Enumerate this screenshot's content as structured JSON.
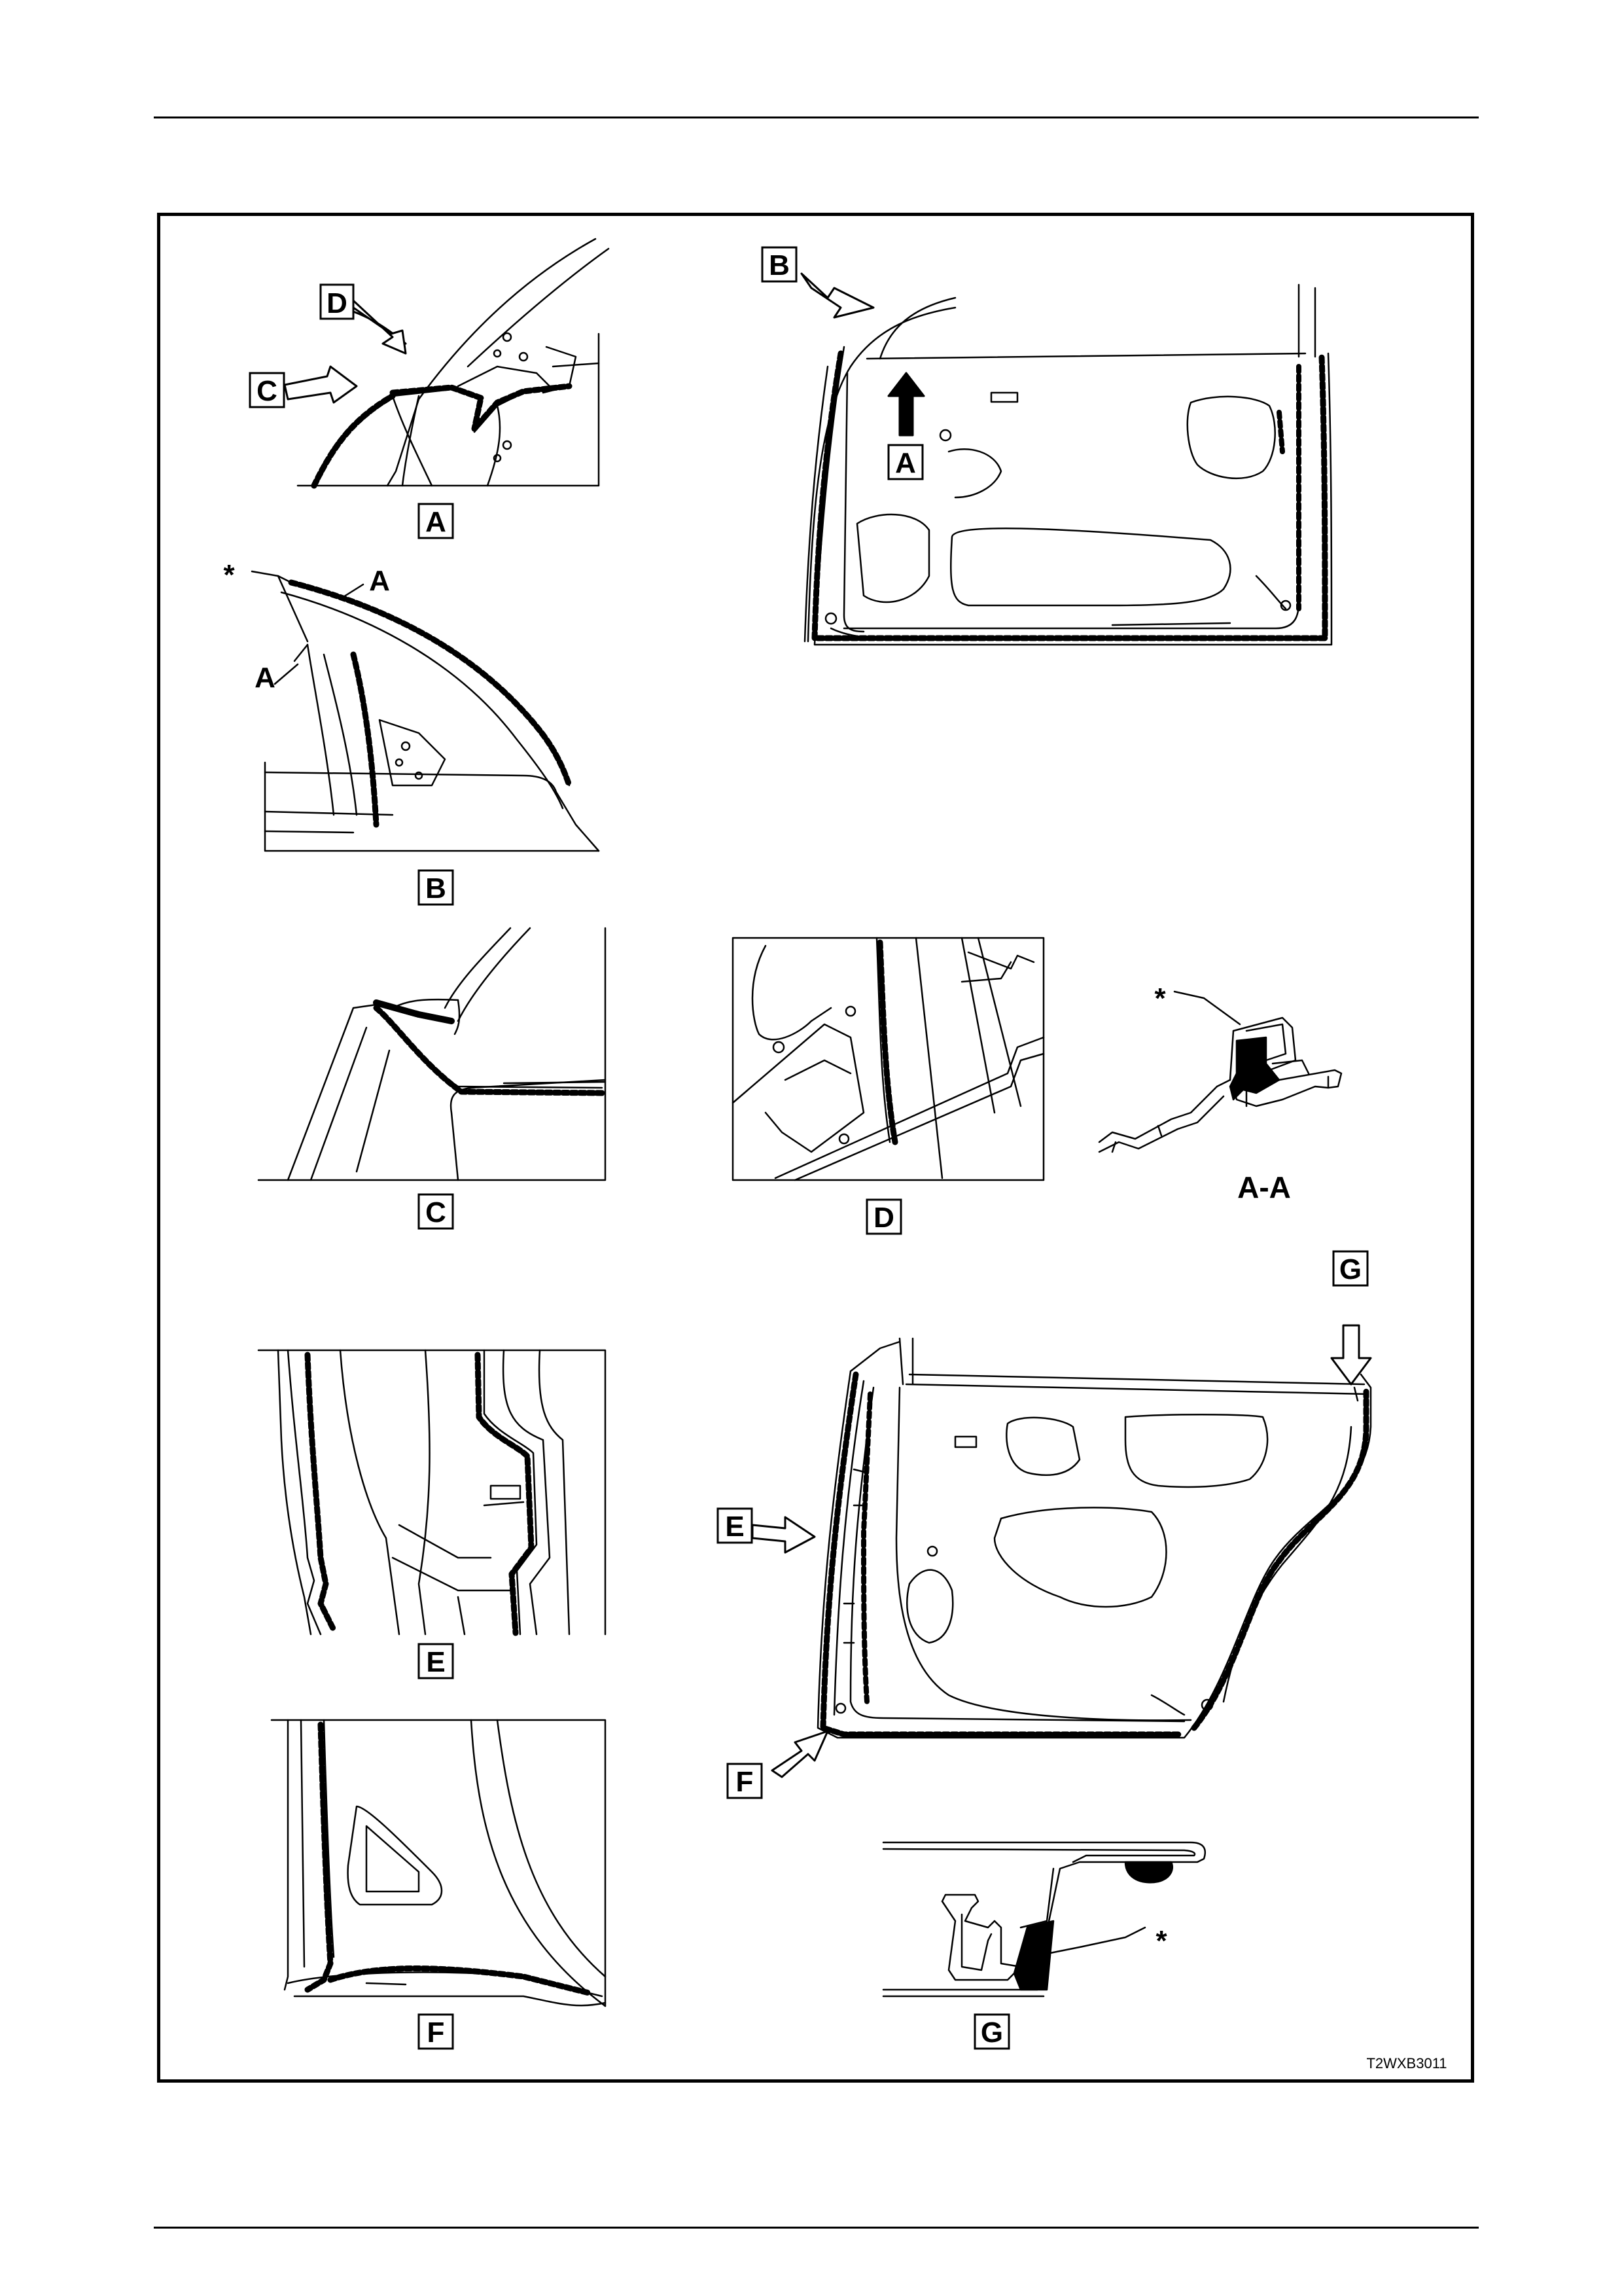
{
  "figure": {
    "labels": {
      "A": "A",
      "B": "B",
      "C": "C",
      "D": "D",
      "E": "E",
      "F": "F",
      "G": "G",
      "section": "A-A",
      "star": "*",
      "line_a": "A"
    },
    "code": "T2WXB3011"
  }
}
